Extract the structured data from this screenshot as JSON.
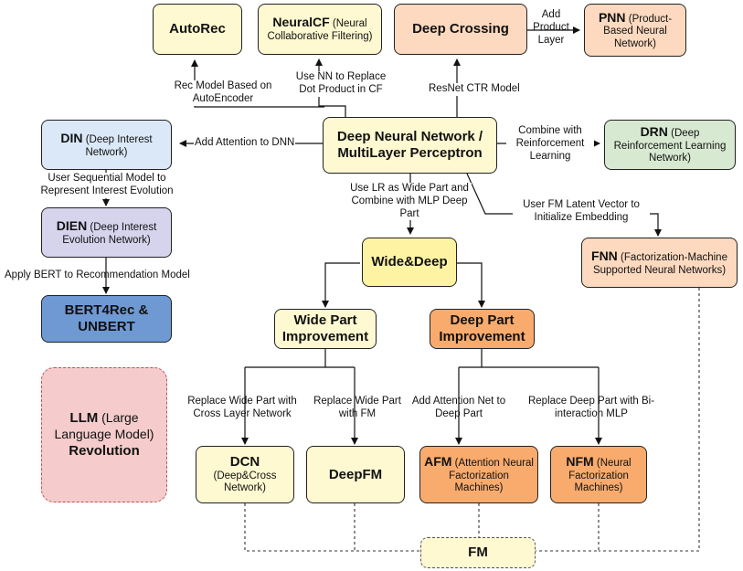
{
  "nodes": {
    "autorec": {
      "title": "AutoRec"
    },
    "neuralcf": {
      "title": "NeuralCF",
      "sub": "(Neural Collaborative Filtering)"
    },
    "deepcrossing": {
      "title": "Deep Crossing"
    },
    "pnn": {
      "title": "PNN",
      "sub": "(Product-Based Neural Network)"
    },
    "dnn": {
      "line1": "Deep Neural Network /",
      "line2": "MultiLayer Perceptron"
    },
    "din": {
      "title": "DIN",
      "sub": "(Deep Interest Network)"
    },
    "drn": {
      "title": "DRN",
      "sub": "(Deep Reinforcement Learning Network)"
    },
    "dien": {
      "title": "DIEN",
      "sub": "(Deep Interest Evolution Network)"
    },
    "bert": {
      "line1": "BERT4Rec &",
      "line2": "UNBERT"
    },
    "widedeep": {
      "title": "Wide&Deep"
    },
    "fnn": {
      "title": "FNN",
      "sub": "(Factorization-Machine Supported Neural Networks)"
    },
    "wide": {
      "line1": "Wide Part",
      "line2": "Improvement"
    },
    "deep": {
      "line1": "Deep Part",
      "line2": "Improvement"
    },
    "llm": {
      "title": "LLM",
      "sub": "(Large Language Model)",
      "tail": "Revolution"
    },
    "dcn": {
      "title": "DCN",
      "sub": "(Deep&Cross Network)"
    },
    "deepfm": {
      "title": "DeepFM"
    },
    "afm": {
      "title": "AFM",
      "sub": "(Attention Neural Factorization Machines)"
    },
    "nfm": {
      "title": "NFM",
      "sub": "(Neural Factorization Machines)"
    },
    "fm": {
      "title": "FM"
    }
  },
  "edge_labels": {
    "add_product_layer": "Add Product Layer",
    "rec_model": "Rec Model Based on AutoEncoder",
    "use_nn": "Use NN to Replace Dot Product in CF",
    "resnet": "ResNet CTR Model",
    "add_attention": "Add Attention to DNN",
    "combine_rl": "Combine with Reinforcement Learning",
    "user_seq": "User Sequential Model to Represent Interest Evolution",
    "use_lr": "Use LR as Wide Part and Combine with MLP Deep Part",
    "user_fm": "User FM Latent Vector to Initialize Embedding",
    "apply_bert": "Apply BERT to Recommendation Model",
    "replace_wide_cross": "Replace Wide Part with Cross Layer Network",
    "replace_wide_fm": "Replace Wide Part with FM",
    "add_attention_net": "Add Attention Net to Deep Part",
    "replace_deep_bi": "Replace Deep Part with Bi-interaction MLP"
  },
  "colors": {
    "yellow": "#fef9d1",
    "orange": "#fcd9bf",
    "dark_orange": "#f8ab6d",
    "blue": "#dbe8f7",
    "purple": "#d6d3ec",
    "green": "#d8e9d2",
    "dark_blue": "#6f99d3",
    "pink": "#f5cbcb"
  }
}
